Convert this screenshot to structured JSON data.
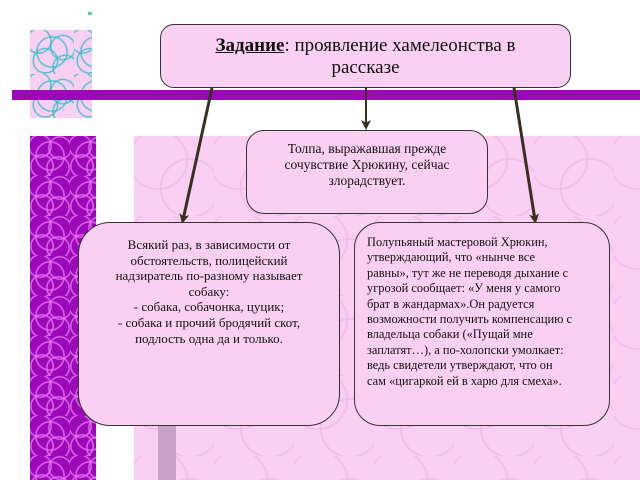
{
  "task": {
    "label": "Задание",
    "text_line1": ": проявление хамелеонства в",
    "text_line2": "рассказе"
  },
  "crowd": {
    "lines": [
      "Толпа, выражавшая прежде",
      "сочувствие Хрюкину, сейчас",
      "злорадствует."
    ]
  },
  "officer": {
    "lines": [
      "Всякий раз, в зависимости от",
      "обстоятельств, полицейский",
      "надзиратель по-разному называет",
      "собаку:",
      "- собака, собачонка, цуцик;",
      "- собака и прочий бродячий скот,",
      "подлость одна да и только."
    ]
  },
  "khryukin": {
    "lines": [
      "Полупьяный мастеровой Хрюкин,",
      "утверждающий, что «нынче все",
      "равны», тут же не переводя дыхание с",
      "угрозой сообщает: «У меня у самого",
      "брат в жандармах».Он радуется",
      "возможности получить компенсацию с",
      "владельца собаки («Пущай мне",
      "заплатят…), а по-холопски умолкает:",
      "ведь свидетели утверждают, что он",
      "сам «цигаркой ей в харю для смеха»."
    ]
  },
  "colors": {
    "box_fill": "#fad0f2",
    "accent_purple": "#9c08b8",
    "pattern_teal": "#31c0c8",
    "arrow": "#3a3020"
  }
}
